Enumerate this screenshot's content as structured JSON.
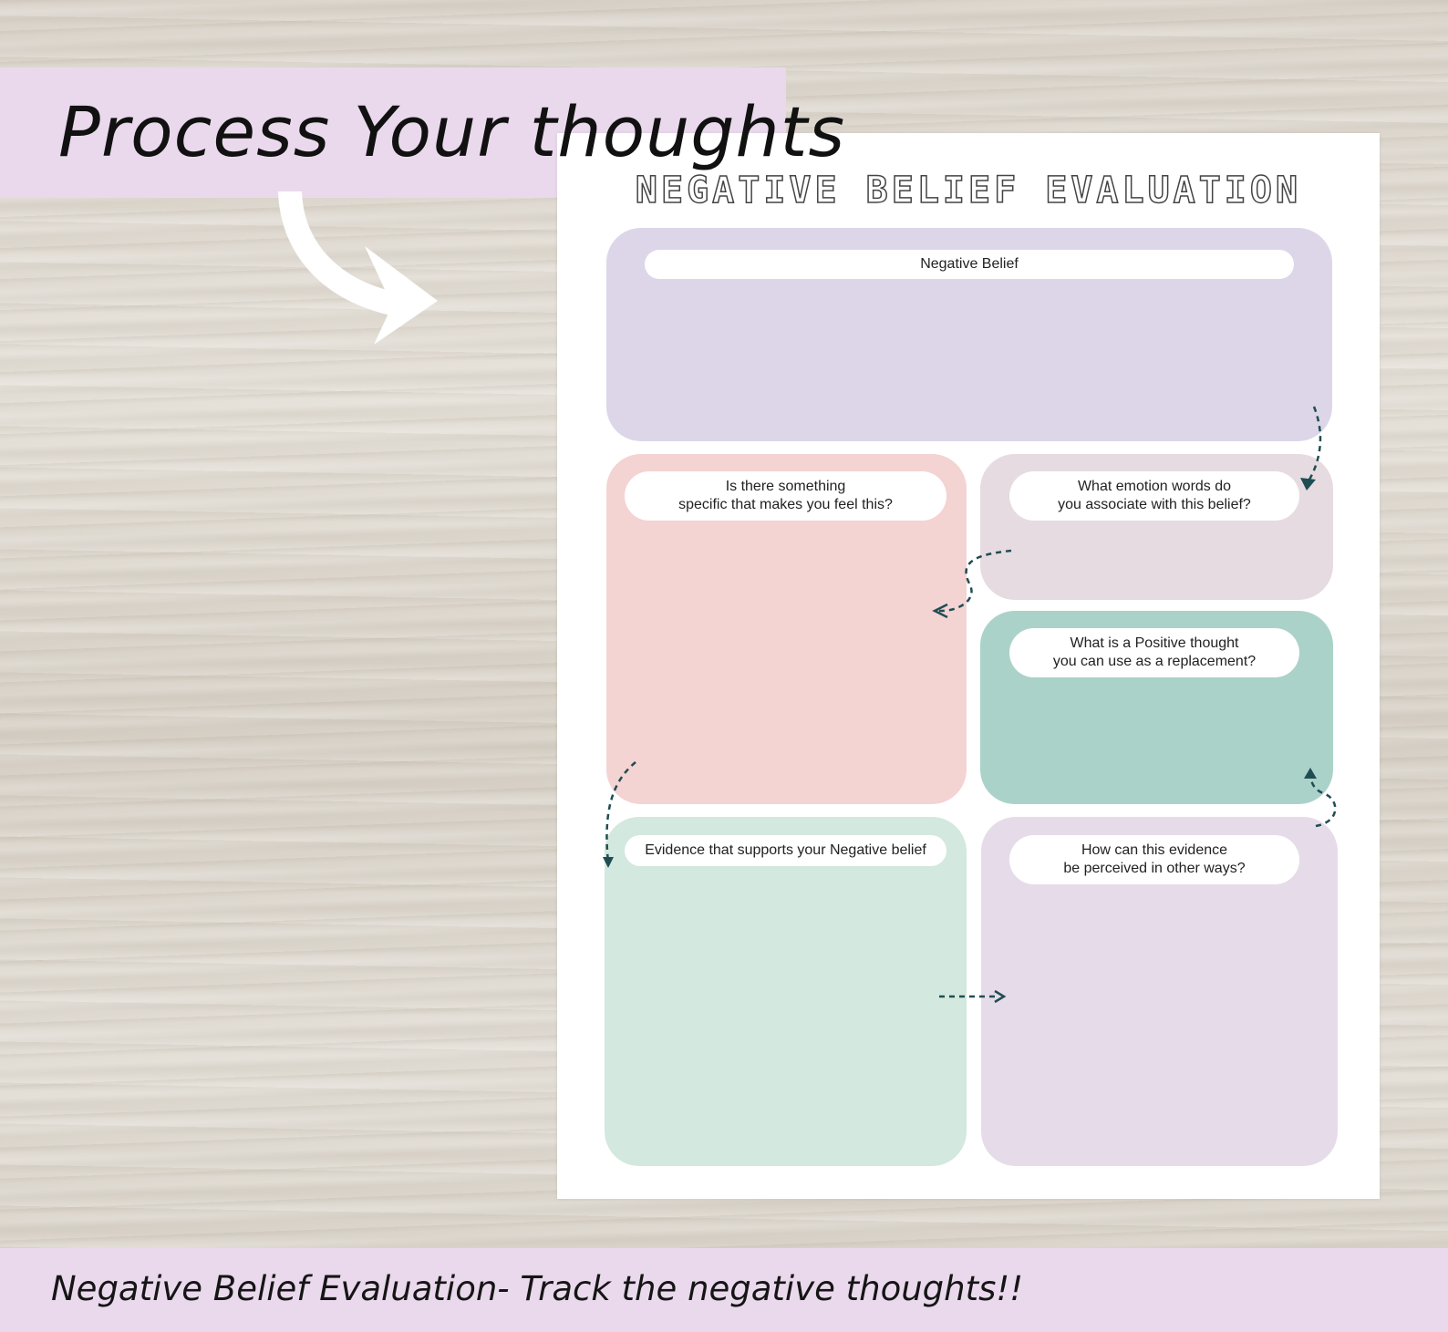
{
  "banner": {
    "title": "Process Your thoughts"
  },
  "worksheet": {
    "title": "NEGATIVE BELIEF EVALUATION",
    "sections": {
      "negative_belief": "Negative Belief",
      "specific_trigger": "Is there something\nspecific that makes you feel this?",
      "emotion_words": "What emotion words do\nyou associate with this belief?",
      "positive_thought": "What is a Positive thought\nyou can use as a replacement?",
      "supporting_evidence": "Evidence that supports your Negative belief",
      "other_perception": "How can this evidence\nbe perceived in other ways?"
    },
    "colors": {
      "negative_belief": "#ddd6e8",
      "specific_trigger": "#f4d3d3",
      "emotion_words": "#e6dbe1",
      "positive_thought": "#abd2c9",
      "supporting_evidence": "#d3e8de",
      "other_perception": "#e6dce9",
      "arrow": "#1f4d52"
    }
  },
  "footer": {
    "caption": "Negative Belief Evaluation- Track the negative thoughts!!"
  },
  "theme": {
    "banner_color": "#ead9ec"
  }
}
